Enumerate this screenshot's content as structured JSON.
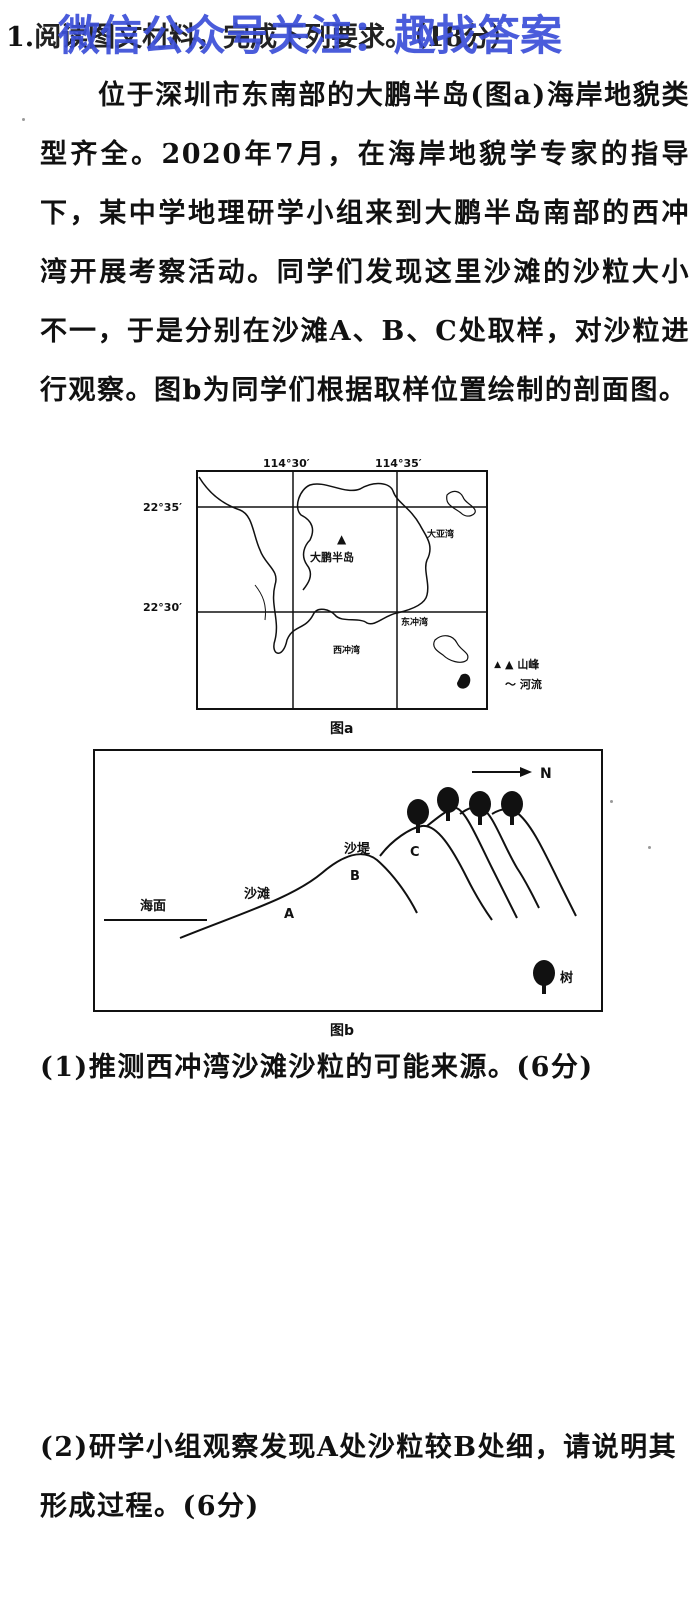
{
  "header": {
    "number": "1.",
    "intro": "阅读图文材料，完成下列要求。（18分）",
    "watermark": "微信公众号关注：趣找答案"
  },
  "paragraph": "位于深圳市东南部的大鹏半岛(图a)海岸地貌类型齐全。2020年7月，在海岸地貌学专家的指导下，某中学地理研学小组来到大鹏半岛南部的西冲湾开展考察活动。同学们发现这里沙滩的沙粒大小不一，于是分别在沙滩A、B、C处取样，对沙粒进行观察。图b为同学们根据取样位置绘制的剖面图。",
  "figure_a": {
    "caption": "图a",
    "lon_labels": [
      "114°30′",
      "114°35′"
    ],
    "lat_labels": [
      "22°35′",
      "22°30′"
    ],
    "peninsula_label": "大鹏半岛",
    "bay_labels": [
      "大亚湾",
      "东冲湾",
      "西冲湾"
    ],
    "legend": [
      {
        "symbol": "▲",
        "label": "山峰"
      },
      {
        "symbol": "〜",
        "label": "河流"
      }
    ]
  },
  "figure_b": {
    "caption": "图b",
    "north_label": "N",
    "sea_label": "海面",
    "beach_label": "沙滩",
    "dune_label": "沙堤",
    "points": [
      "A",
      "B",
      "C"
    ],
    "tree_legend": "树"
  },
  "questions": [
    {
      "text": "(1)推测西冲湾沙滩沙粒的可能来源。(6分)"
    },
    {
      "text": "(2)研学小组观察发现A处沙粒较B处细，请说明其形成过程。(6分)"
    }
  ]
}
